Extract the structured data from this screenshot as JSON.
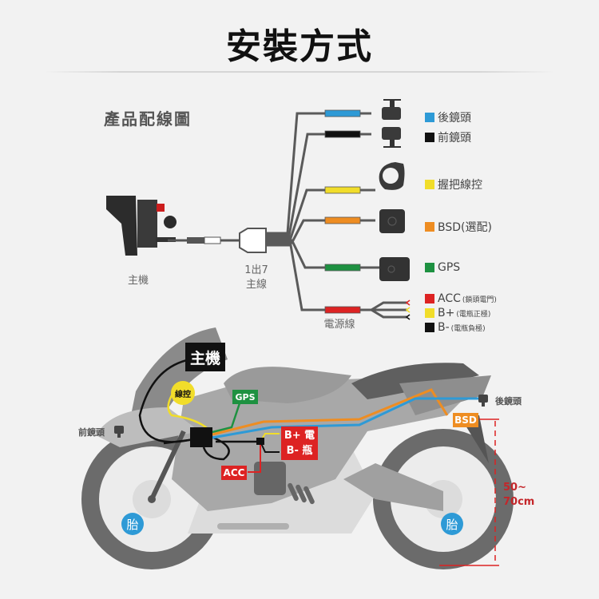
{
  "title": "安裝方式",
  "subtitle": "產品配線圖",
  "captions": {
    "host": "主機",
    "splitter_line1": "1出7",
    "splitter_line2": "主線",
    "power_line": "電源線"
  },
  "legend": [
    {
      "color": "#2e9ad6",
      "label": "後鏡頭",
      "note": ""
    },
    {
      "color": "#111111",
      "label": "前鏡頭",
      "note": ""
    },
    {
      "color": "#f1dd2a",
      "label": "握把線控",
      "note": ""
    },
    {
      "color": "#ee8d22",
      "label": "BSD(選配)",
      "note": ""
    },
    {
      "color": "#1e9141",
      "label": "GPS",
      "note": ""
    },
    {
      "color": "#dd2323",
      "label": "ACC",
      "note": "(鎖頭電門)"
    },
    {
      "color": "#f1dd2a",
      "label": "B+",
      "note": " (電瓶正極)"
    },
    {
      "color": "#111111",
      "label": "B-",
      "note": "(電瓶負極)"
    }
  ],
  "bike": {
    "host_tag": "主機",
    "remote_tag": "線控",
    "gps_tag": "GPS",
    "battery_tag_line1": "B+ 電",
    "battery_tag_line2": "B- 瓶",
    "acc_tag": "ACC",
    "bsd_tag": "BSD",
    "front_camera": "前鏡頭",
    "rear_camera": "後鏡頭",
    "front_tire": "胎",
    "rear_tire": "胎",
    "height_line1": "50~",
    "height_line2": "70cm"
  },
  "colors": {
    "blue": "#2e9ad6",
    "orange": "#ee8d22",
    "green": "#1e9141",
    "red": "#dd2323",
    "yellow": "#f1dd2a",
    "black": "#111111"
  }
}
